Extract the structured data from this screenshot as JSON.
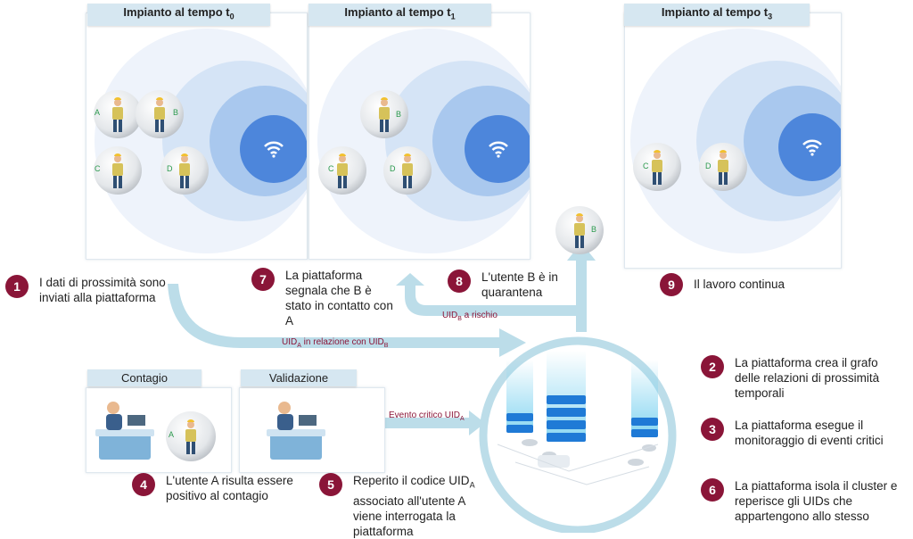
{
  "panels": {
    "t0": {
      "title": "Impianto al tempo t",
      "sub": "0"
    },
    "t1": {
      "title": "Impianto al tempo t",
      "sub": "1"
    },
    "t3": {
      "title": "Impianto al tempo t",
      "sub": "3"
    },
    "contagio": {
      "title": "Contagio"
    },
    "validazione": {
      "title": "Validazione"
    }
  },
  "workers": {
    "a": "A",
    "b": "B",
    "c": "C",
    "d": "D"
  },
  "flow_labels": {
    "uid_relation_pre": "UID",
    "uid_relation_sub_a": "A",
    "uid_relation_mid": " in relazione con UID",
    "uid_relation_sub_b": "B",
    "uid_risk_pre": "UID",
    "uid_risk_sub": "B",
    "uid_risk_post": " a rischio",
    "critical_pre": "Evento critico UID",
    "critical_sub": "A"
  },
  "steps": [
    {
      "num": "1",
      "text": "I dati di prossimità sono inviati alla piattaforma"
    },
    {
      "num": "2",
      "text": "La piattaforma crea il grafo delle relazioni di prossimità temporali"
    },
    {
      "num": "3",
      "text": "La piattaforma esegue il monitoraggio di eventi critici"
    },
    {
      "num": "4",
      "text": "L'utente A risulta essere positivo al contagio"
    },
    {
      "num": "5",
      "text_pre": "Reperito il codice UID",
      "text_sub": "A",
      "text_post": " associato all'utente A viene interrogata la piattaforma"
    },
    {
      "num": "6",
      "text": "La piattaforma isola il cluster e reperisce gli UIDs che appartengono allo stesso"
    },
    {
      "num": "7",
      "text": "La piattaforma segnala che B è stato in contatto con A"
    },
    {
      "num": "8",
      "text": "L'utente B è in quarantena"
    },
    {
      "num": "9",
      "text": "Il lavoro continua"
    }
  ],
  "colors": {
    "badge": "#8a1538",
    "arrow": "#bcdde9",
    "wave_outer": "#e8f1fb",
    "wave_inner": "#3e78d4"
  }
}
